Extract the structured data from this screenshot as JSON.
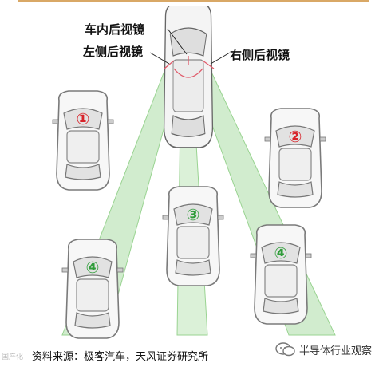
{
  "labels": {
    "interior_mirror": "车内后视镜",
    "left_mirror": "左侧后视镜",
    "right_mirror": "右侧后视镜"
  },
  "cars": [
    {
      "number": "①"
    },
    {
      "number": "②"
    },
    {
      "number": "③"
    },
    {
      "number": "④"
    },
    {
      "number": "④"
    }
  ],
  "source": "资料来源：极客汽车，天风证券研究所",
  "watermark": "半导体行业观察",
  "corner_mark": "国产化",
  "colors": {
    "sight_fill": "#cdebc9",
    "sight_stroke": "#8fcf86",
    "number_red": "#d8232a",
    "number_green": "#2f9d3a",
    "mirror_line": "#e05a6a",
    "accent": "#d9a866"
  }
}
